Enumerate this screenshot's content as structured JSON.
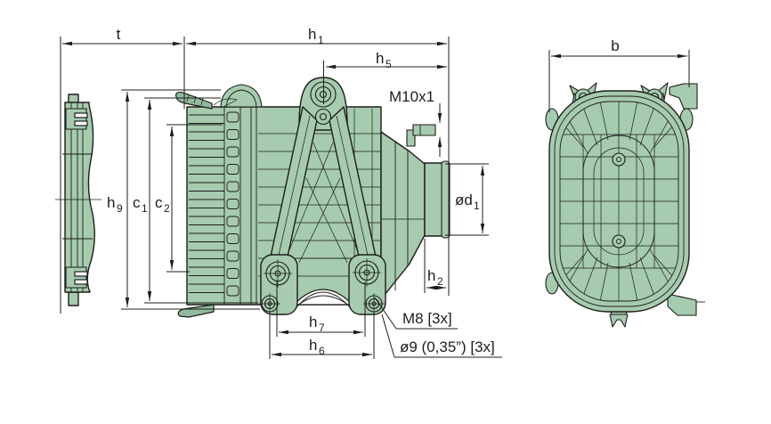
{
  "drawing": {
    "type": "technical-drawing",
    "subject": "air filter housing with mounting bracket, three orthographic views",
    "palette": {
      "body_fill": "#a6cbae",
      "body_fill_dark": "#92b99c",
      "line": "#1d1d1b",
      "background": "#ffffff"
    },
    "views": [
      {
        "id": "side-band",
        "description": "mounting band side profile (left)"
      },
      {
        "id": "housing-side",
        "description": "filter housing side view with bracket (center)"
      },
      {
        "id": "housing-end",
        "description": "filter housing oval end view (right)"
      }
    ]
  },
  "dimensions": {
    "t": {
      "base": "t",
      "sub": ""
    },
    "h1": {
      "base": "h",
      "sub": "1"
    },
    "h5": {
      "base": "h",
      "sub": "5"
    },
    "h9": {
      "base": "h",
      "sub": "9"
    },
    "c1": {
      "base": "c",
      "sub": "1"
    },
    "c2": {
      "base": "c",
      "sub": "2"
    },
    "d1": {
      "base": "ød",
      "sub": "1"
    },
    "h2": {
      "base": "h",
      "sub": "2"
    },
    "h7": {
      "base": "h",
      "sub": "7"
    },
    "h6": {
      "base": "h",
      "sub": "6"
    },
    "b": {
      "base": "b",
      "sub": ""
    }
  },
  "callouts": {
    "thread_top": {
      "label": "M10x1"
    },
    "bolt_thread": {
      "label": "M8 [3x]"
    },
    "hole_dia": {
      "label": "ø9 (0,35”) [3x]"
    }
  }
}
